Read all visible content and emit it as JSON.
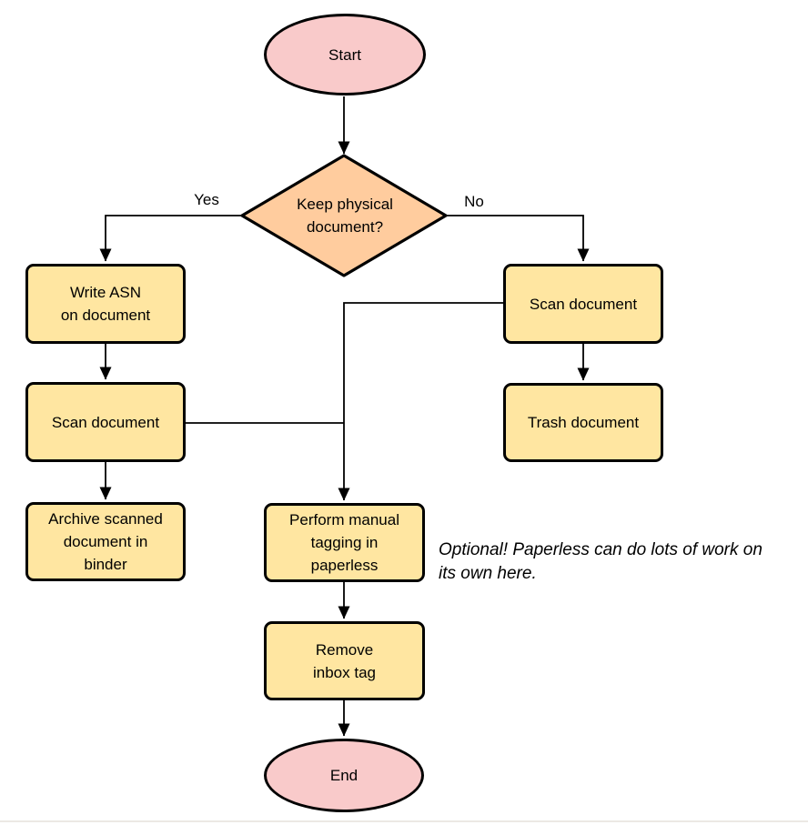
{
  "colors": {
    "terminal_fill": "#f9caca",
    "process_fill": "#ffe6a1",
    "decision_fill": "#ffcc9e",
    "stroke": "#000000"
  },
  "nodes": {
    "start": {
      "label": "Start"
    },
    "decision": {
      "label": "Keep physical\ndocument?"
    },
    "write_asn": {
      "label": "Write ASN\non document"
    },
    "scan_document_left": {
      "label": "Scan document"
    },
    "archive_binder": {
      "label": "Archive scanned\ndocument in\nbinder"
    },
    "scan_document_right": {
      "label": "Scan document"
    },
    "trash_document": {
      "label": "Trash document"
    },
    "manual_tagging": {
      "label": "Perform manual\ntagging in\npaperless"
    },
    "remove_inbox_tag": {
      "label": "Remove\ninbox tag"
    },
    "end": {
      "label": "End"
    }
  },
  "edge_labels": {
    "yes": "Yes",
    "no": "No"
  },
  "annotation": {
    "text": "Optional! Paperless can do lots of work on\nits own here."
  }
}
